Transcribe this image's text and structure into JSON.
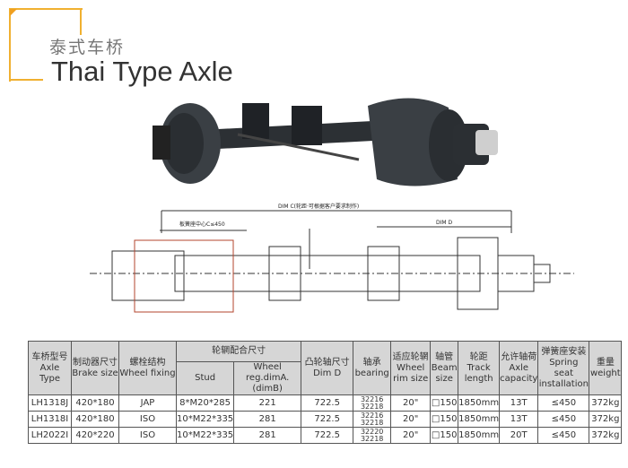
{
  "title": {
    "cn": "泰式车桥",
    "en": "Thai Type Axle"
  },
  "drawing_labels": {
    "dim_c": "DIM C(轮距·可根据客户要求制作)",
    "spring_center": "板簧座中心C≤450",
    "dim_d": "DIM D"
  },
  "accent_color": "#f0b030",
  "table": {
    "group_header": "轮辋配合尺寸",
    "headers": [
      {
        "cn": "车桥型号",
        "en": "Axle Type"
      },
      {
        "cn": "制动器尺寸",
        "en": "Brake size"
      },
      {
        "cn": "螺栓结构",
        "en": "Wheel fixing"
      },
      {
        "cn": "",
        "en": "Stud"
      },
      {
        "cn": "Wheel",
        "en": "reg.dimA.(dimB)"
      },
      {
        "cn": "凸轮轴尺寸",
        "en": "Dim D"
      },
      {
        "cn": "轴承",
        "en": "bearing"
      },
      {
        "cn": "适应轮辋",
        "en": "Wheel rim size"
      },
      {
        "cn": "轴管",
        "en": "Beam size"
      },
      {
        "cn": "轮距",
        "en": "Track length"
      },
      {
        "cn": "允许轴荷",
        "en": "Axle capacity"
      },
      {
        "cn": "弹簧座安装",
        "en": "Spring seat installation"
      },
      {
        "cn": "重量",
        "en": "weight"
      }
    ],
    "rows": [
      [
        "LH1318J",
        "420*180",
        "JAP",
        "8*M20*285",
        "221",
        "722.5",
        "32216",
        "32218",
        "20\"",
        "□150",
        "1850mm",
        "13T",
        "≤450",
        "372kg"
      ],
      [
        "LH1318I",
        "420*180",
        "ISO",
        "10*M22*335",
        "281",
        "722.5",
        "32216",
        "32218",
        "20\"",
        "□150",
        "1850mm",
        "13T",
        "≤450",
        "372kg"
      ],
      [
        "LH2022I",
        "420*220",
        "ISO",
        "10*M22*335",
        "281",
        "722.5",
        "32220",
        "32218",
        "20\"",
        "□150",
        "1850mm",
        "20T",
        "≤450",
        "372kg"
      ]
    ]
  }
}
